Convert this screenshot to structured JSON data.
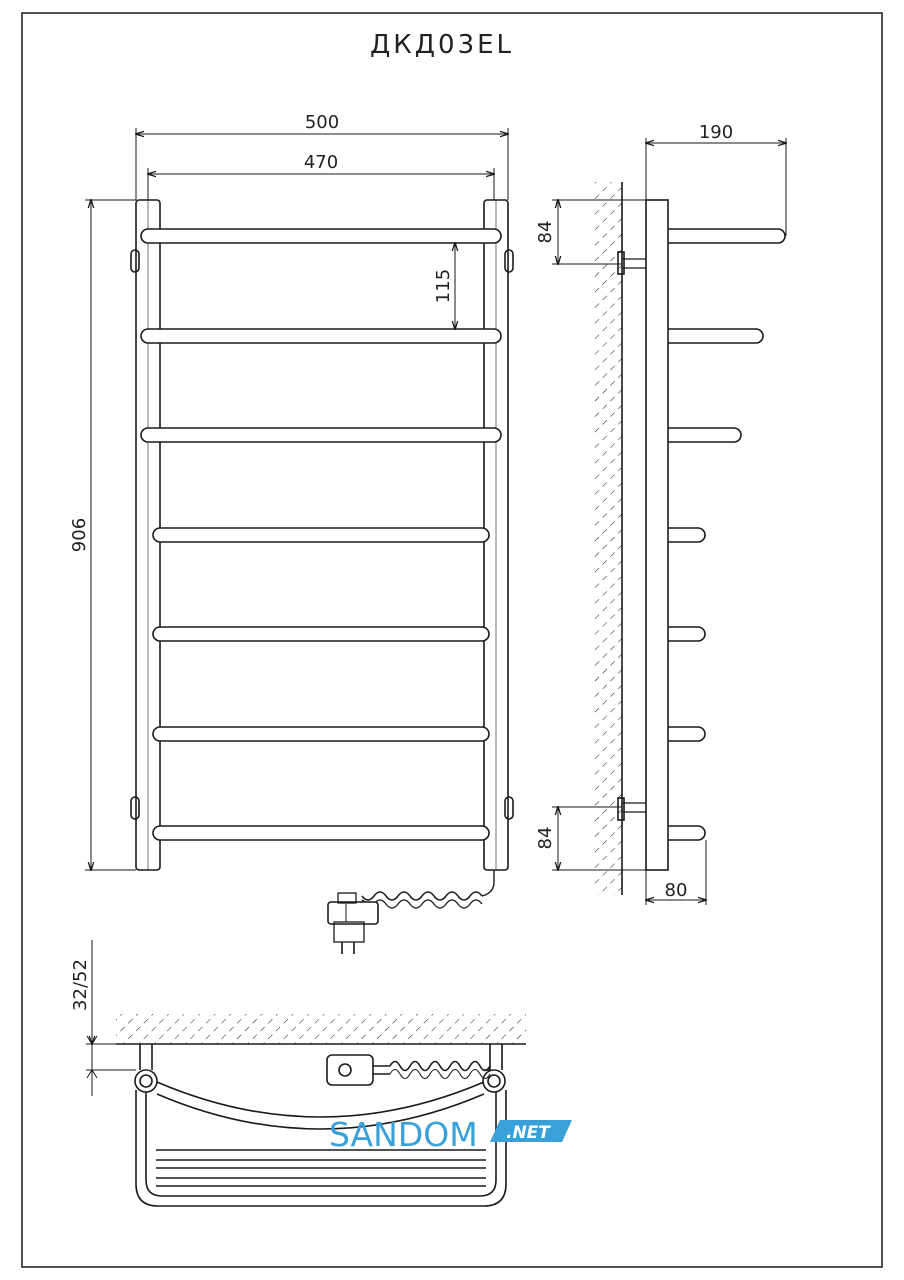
{
  "title": "ДКД03EL",
  "dimensions": {
    "width_outer": "500",
    "width_inner": "470",
    "rung_spacing": "115",
    "height": "906",
    "depth_top": "190",
    "mount_top": "84",
    "mount_bottom": "84",
    "depth_bottom": "80",
    "wall_gap": "32/52"
  },
  "watermark": {
    "text": "SANDOM",
    "suffix": ".NET",
    "color": "#3aa0d8"
  },
  "colors": {
    "line": "#1a1a1a"
  }
}
